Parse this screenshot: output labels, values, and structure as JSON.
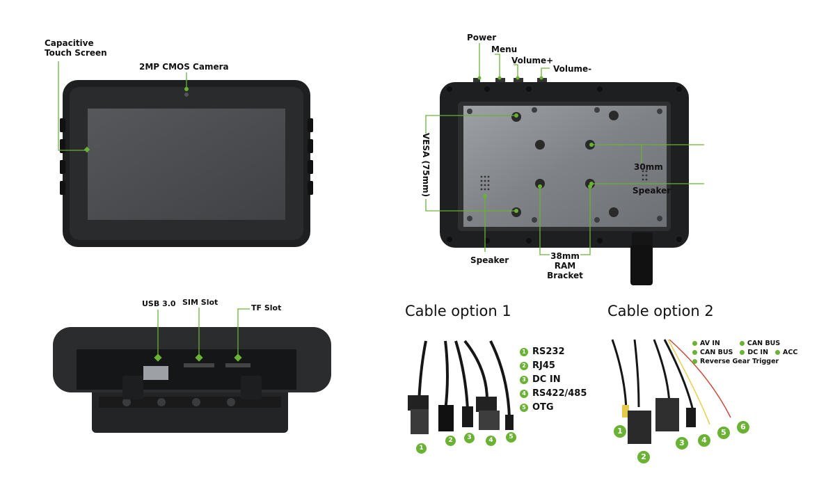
{
  "front_view": {
    "labels": {
      "touch_screen": [
        "Capacitive",
        "Touch Screen"
      ],
      "camera": "2MP CMOS Camera"
    }
  },
  "rear_view": {
    "labels": {
      "power": "Power",
      "menu": "Menu",
      "volume_up": "Volume+",
      "volume_down": "Volume-",
      "vesa": "VESA (75mm)",
      "spacing_30": "30mm",
      "speaker_right": "Speaker",
      "speaker_bottom": "Speaker",
      "bracket": [
        "38mm",
        "RAM",
        "Bracket"
      ]
    }
  },
  "bottom_view": {
    "labels": {
      "usb": "USB 3.0",
      "sim": "SIM Slot",
      "tf": "TF Slot"
    }
  },
  "cable_option_1": {
    "title": "Cable option 1",
    "legend": [
      {
        "num": "1",
        "label": "RS232"
      },
      {
        "num": "2",
        "label": "RJ45"
      },
      {
        "num": "3",
        "label": "DC IN"
      },
      {
        "num": "4",
        "label": "RS422/485"
      },
      {
        "num": "5",
        "label": "OTG"
      }
    ],
    "connector_numbers": [
      "1",
      "2",
      "3",
      "4",
      "5"
    ]
  },
  "cable_option_2": {
    "title": "Cable option 2",
    "legend_rows": [
      [
        "AV IN",
        "CAN BUS"
      ],
      [
        "CAN BUS",
        "DC IN",
        "ACC"
      ],
      [
        "Reverse Gear Trigger"
      ]
    ],
    "connector_numbers": [
      "1",
      "2",
      "3",
      "4",
      "5",
      "6"
    ]
  },
  "colors": {
    "accent": "#6ab234",
    "device_body": "#1e1f21",
    "screen": "#4a4c4f",
    "rear_plate": "#8e9195"
  }
}
